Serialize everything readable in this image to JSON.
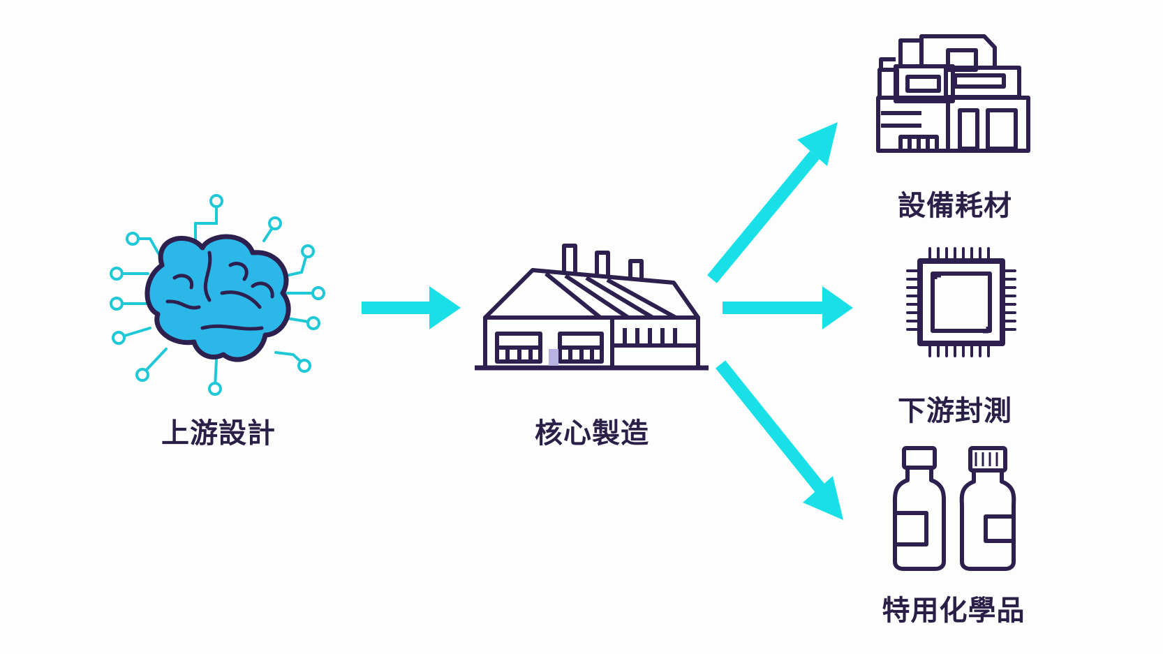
{
  "colors": {
    "ink": "#2d1f4e",
    "accent": "#19e0e6",
    "brain": "#2bb7e8"
  },
  "nodes": [
    {
      "id": "upstream",
      "label": "上游設計",
      "icon": "brain-circuit-icon"
    },
    {
      "id": "core",
      "label": "核心製造",
      "icon": "factory-icon"
    },
    {
      "id": "equipment",
      "label": "設備耗材",
      "icon": "machinery-icon"
    },
    {
      "id": "downstream",
      "label": "下游封測",
      "icon": "chip-icon"
    },
    {
      "id": "chemicals",
      "label": "特用化學品",
      "icon": "chemical-bottles-icon"
    }
  ]
}
